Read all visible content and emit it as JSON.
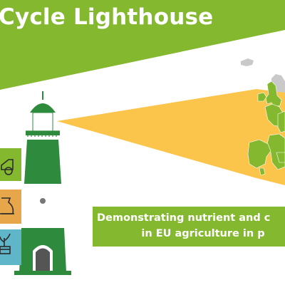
{
  "header": {
    "title": "Cycle Lighthouse"
  },
  "tagline": {
    "line1": "Demonstrating nutrient and c",
    "line2": "in EU agriculture in p"
  },
  "colors": {
    "green": "#84b82e",
    "light_green": "#9ec94a",
    "beam_yellow": "#fbc44a",
    "tower_green": "#2e8a3c",
    "map_grey": "#c9c9c9",
    "tile_orange": "#e8a64a",
    "tile_blue": "#5fb6c9"
  },
  "icons": [
    "potted-plant-icon",
    "sack-icon",
    "seedling-icon",
    "tractor-icon"
  ]
}
